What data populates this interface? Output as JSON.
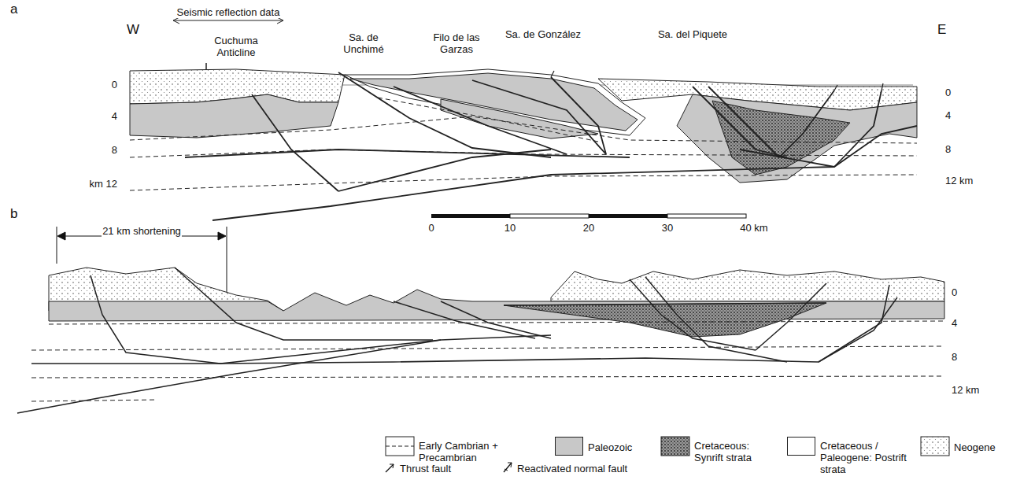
{
  "diagram": {
    "labels": [
      "a",
      "W",
      "Seismic reflection data",
      "Cuchuma Anticline",
      "Sa. de Unchimé",
      "Filo de las Garzas",
      "Sa. de González",
      "Sa. del Piquete",
      "E",
      "0",
      "4",
      "8",
      "km 12",
      "0",
      "4",
      "8",
      "12 km",
      "0",
      "10",
      "20",
      "30",
      "40 km",
      "b",
      "21 km shortening",
      "0",
      "4",
      "8",
      "12 km"
    ],
    "legend": [
      {
        "text": "Early Cambrian + Precambrian"
      },
      {
        "text": "Paleozoic",
        "color": "#c8c8c8"
      },
      {
        "text": "Cretaceous: Synrift strata"
      },
      {
        "text": "Cretaceous / Paleogene: Postrift strata",
        "color": "#ffffff"
      },
      {
        "text": "Neogene"
      },
      {
        "text": "Thrust fault"
      },
      {
        "text": "Reactivated normal fault"
      }
    ]
  }
}
